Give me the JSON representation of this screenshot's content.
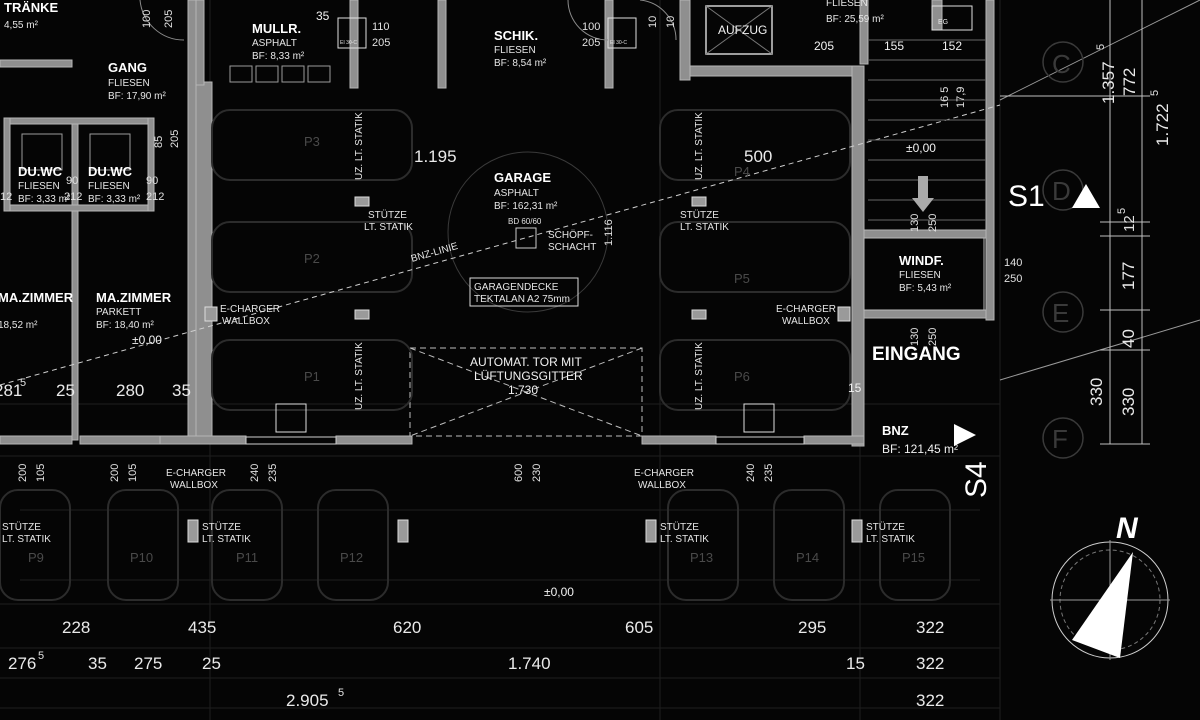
{
  "rooms": [
    {
      "key": "traenke",
      "name": "TRÄNKE",
      "area": "4,55 m²"
    },
    {
      "key": "gang",
      "name": "GANG",
      "material": "FLIESEN",
      "area": "BF: 17,90 m²"
    },
    {
      "key": "mullr",
      "name": "MULLR.",
      "material": "ASPHALT",
      "area": "BF: 8,33 m²"
    },
    {
      "key": "schik",
      "name": "SCHIK.",
      "material": "FLIESEN",
      "area": "BF: 8,54 m²"
    },
    {
      "key": "aufzug",
      "name": "AUFZUG"
    },
    {
      "key": "top_right",
      "area": "FLIESEN\nBF: 25,59 m²"
    },
    {
      "key": "duwc1",
      "name": "DU.WC",
      "material": "FLIESEN",
      "area": "BF: 3,33 m²"
    },
    {
      "key": "duwc2",
      "name": "DU.WC",
      "material": "FLIESEN",
      "area": "BF: 3,33 m²"
    },
    {
      "key": "garage",
      "name": "GARAGE",
      "material": "ASPHALT",
      "area": "BF: 162,31 m²"
    },
    {
      "key": "windf",
      "name": "WINDF.",
      "material": "FLIESEN",
      "area": "BF: 5,43 m²"
    },
    {
      "key": "mazimmer1",
      "name": "MA.ZIMMER",
      "area": "18,52 m²"
    },
    {
      "key": "mazimmer2",
      "name": "MA.ZIMMER",
      "material": "PARKETT",
      "area": "BF: 18,40 m²"
    },
    {
      "key": "bnz",
      "name": "BNZ",
      "area": "BF: 121,45 m²"
    }
  ],
  "labels": {
    "fliesen": "FLIESEN",
    "eingang": "EINGANG",
    "garagendecke_1": "GARAGENDECKE",
    "garagendecke_2": "TEKTALAN A2 75mm",
    "tor_1": "AUTOMAT. TOR MIT",
    "tor_2": "LÜFTUNGSGITTER",
    "tor_3": "1.730",
    "schoepf_1": "SCHÖPF-",
    "schoepf_2": "SCHACHT",
    "bd": "BD 60/60",
    "bnz_linie": "BNZ-LINIE",
    "echarger_1": "E-CHARGER",
    "echarger_2": "WALLBOX",
    "stuetze_1": "STÜTZE",
    "stuetze_2": "LT. STATIK",
    "uz_statik": "UZ. LT. STATIK",
    "level_1": "±0,00",
    "level_2": "±0,00",
    "level_3": "±0,00",
    "section_s1": "S1",
    "section_s4": "S4",
    "north": "N",
    "ei": "EI 30-C",
    "eg": "EG"
  },
  "parking": [
    "P1",
    "P2",
    "P3",
    "P4",
    "P5",
    "P6",
    "P9",
    "P10",
    "P11",
    "P12",
    "P13",
    "P14",
    "P15"
  ],
  "grid_axes": [
    "C",
    "D",
    "E",
    "F"
  ],
  "dimensions": {
    "d_1195": "1.195",
    "d_500": "500",
    "d_1116": "1.116",
    "d_205": "205",
    "d_155": "155",
    "d_152": "152",
    "d_1357": "1.357",
    "d_1357_sup": "5",
    "d_772": "772",
    "d_1722": "1.722",
    "d_1722_sup": "5",
    "d_12": "12",
    "d_12_sup": "5",
    "d_177": "177",
    "d_40": "40",
    "d_330a": "330",
    "d_330b": "330",
    "d_281": "281",
    "d_281_sup": "5",
    "d_25a": "25",
    "d_280": "280",
    "d_35a": "35",
    "d_15a": "15",
    "d_228": "228",
    "d_435": "435",
    "d_620": "620",
    "d_605": "605",
    "d_295": "295",
    "d_322a": "322",
    "d_276": "276",
    "d_276_sup": "5",
    "d_35b": "35",
    "d_275": "275",
    "d_25b": "25",
    "d_1740": "1.740",
    "d_15b": "15",
    "d_322b": "322",
    "d_2905": "2.905",
    "d_2905_sup": "5",
    "d_322c": "322",
    "s_100": "100",
    "s_205": "205",
    "s_35": "35",
    "s_110": "110",
    "s_205b": "205",
    "s_100b": "100",
    "s_205c": "205",
    "s_10": "10",
    "s_10b": "10",
    "s_85": "85",
    "s_205d": "205",
    "s_90": "90",
    "s_212": "212",
    "s_90b": "90",
    "s_212b": "212",
    "s_12": "12",
    "s_130": "130",
    "s_250": "250",
    "s_140": "140",
    "s_250b": "250",
    "s_130b": "130",
    "s_250c": "250",
    "s_200": "200",
    "s_105": "105",
    "s_200b": "200",
    "s_105b": "105",
    "s_240": "240",
    "s_235": "235",
    "s_600": "600",
    "s_230": "230",
    "s_240b": "240",
    "s_235b": "235",
    "s_165": "16 5",
    "s_179": "17,9"
  }
}
